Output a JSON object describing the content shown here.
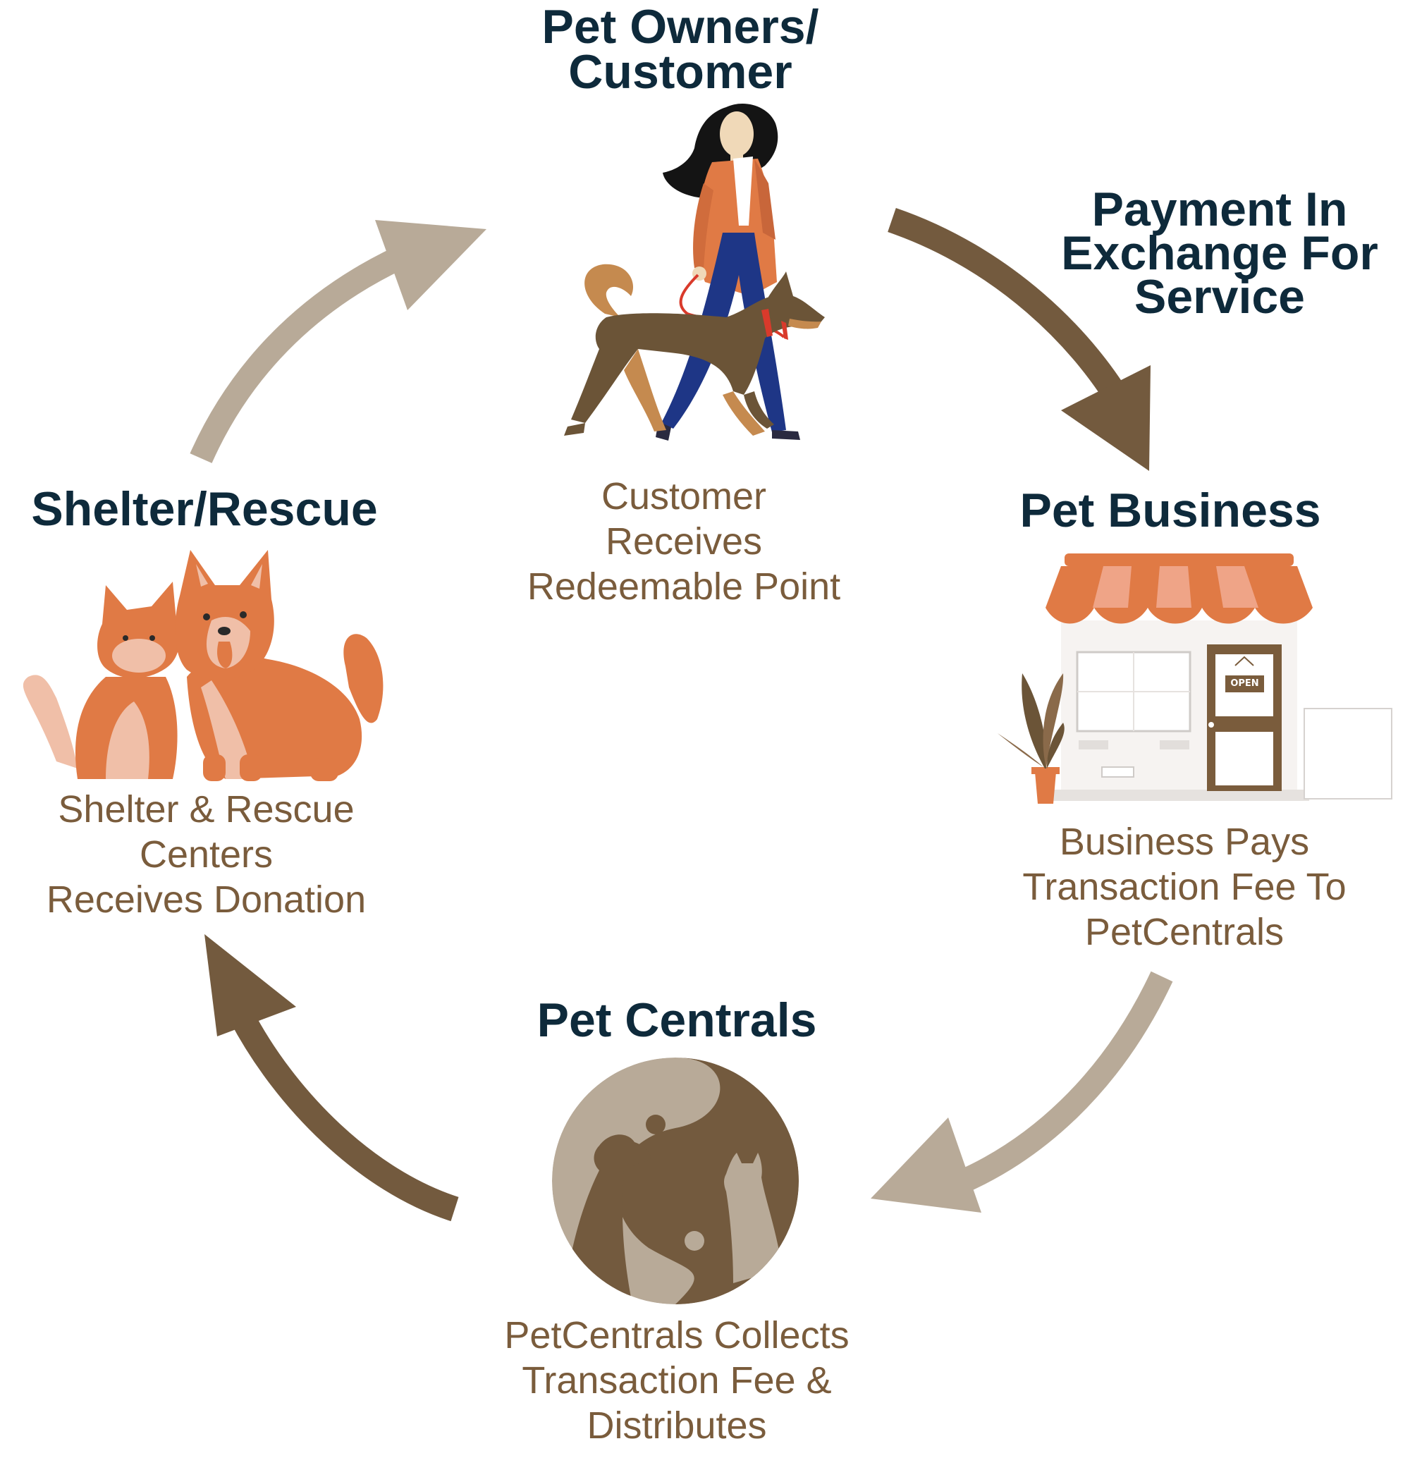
{
  "colors": {
    "title": "#0e2a3b",
    "description": "#7a5c3c",
    "arrow_dark": "#735a3e",
    "arrow_light": "#b8aa98",
    "accent_orange": "#e07a45"
  },
  "nodes": {
    "customer": {
      "title": "Pet Owners/\nCustomer",
      "description": "Customer\nReceives\nRedeemable Point",
      "icon": "woman-walking-dog-illustration"
    },
    "business": {
      "title": "Pet Business",
      "description": "Business Pays\nTransaction Fee To\nPetCentrals",
      "icon": "storefront-open-illustration"
    },
    "centrals": {
      "title": "Pet Centrals",
      "description": "PetCentrals Collects\nTransaction Fee &\nDistributes",
      "icon": "dog-cat-yin-yang-logo"
    },
    "shelter": {
      "title": "Shelter/Rescue",
      "description": "Shelter & Rescue\nCenters\nReceives Donation",
      "icon": "cat-and-corgi-illustration"
    }
  },
  "edges": {
    "customer_to_business": {
      "label": "Payment In\nExchange For\nService"
    }
  }
}
